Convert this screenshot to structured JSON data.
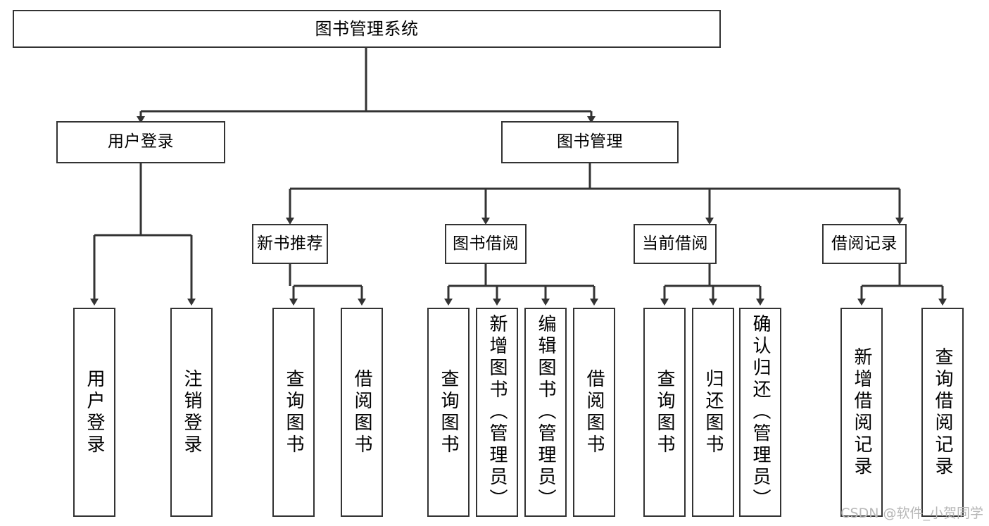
{
  "diagram": {
    "title": "图书管理系统",
    "type": "tree-hierarchy-chart",
    "stroke_color": "#333333",
    "fill_color": "#ffffff",
    "text_color": "#000000",
    "watermark": "CSDN @软件_小贺同学"
  },
  "nodes": {
    "root": {
      "label": "图书管理系统"
    },
    "level1": [
      {
        "label": "用户登录"
      },
      {
        "label": "图书管理"
      }
    ],
    "level2": [
      {
        "label": "新书推荐"
      },
      {
        "label": "图书借阅"
      },
      {
        "label": "当前借阅"
      },
      {
        "label": "借阅记录"
      }
    ],
    "leaves": {
      "user_login": [
        {
          "label": "用户登录"
        },
        {
          "label": "注销登录"
        }
      ],
      "new_book_recommend": [
        {
          "label": "查询图书"
        },
        {
          "label": "借阅图书"
        }
      ],
      "book_borrow": [
        {
          "label": "查询图书"
        },
        {
          "label": "新增图书（管理员）"
        },
        {
          "label": "编辑图书（管理员）"
        },
        {
          "label": "借阅图书"
        }
      ],
      "current_borrow": [
        {
          "label": "查询图书"
        },
        {
          "label": "归还图书"
        },
        {
          "label": "确认归还（管理员）"
        }
      ],
      "borrow_record": [
        {
          "label": "新增借阅记录"
        },
        {
          "label": "查询借阅记录"
        }
      ]
    }
  }
}
